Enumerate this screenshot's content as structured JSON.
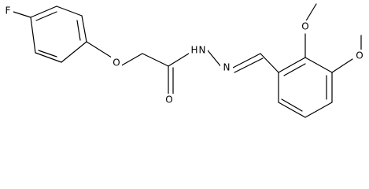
{
  "molecule": {
    "atoms": {
      "fluorine": "F",
      "ether_oxygen": "O",
      "carbonyl_oxygen": "O",
      "amide_nitrogen": "N",
      "amide_hydrogen": "H",
      "imine_nitrogen": "N",
      "methoxy_oxygen_top": "O",
      "methoxy_oxygen_right": "O"
    }
  }
}
